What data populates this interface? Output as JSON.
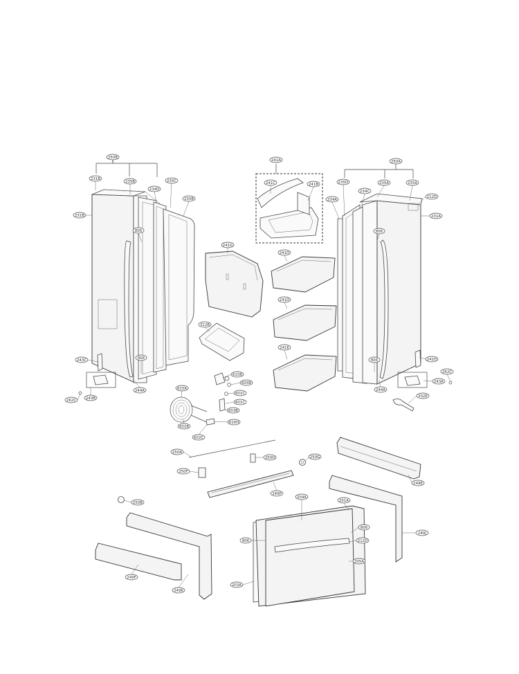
{
  "diagram": {
    "callouts": {
      "c250b": "250B",
      "c231b": "231B",
      "c235b": "235B",
      "c234d": "234D",
      "c235c": "235C",
      "c235b_2": "235B",
      "c231b_l": "231B",
      "c806_l1": "806",
      "c243c": "243C",
      "c806_l2": "806",
      "c244a_l": "244A",
      "c262c_l": "262C",
      "c243b_l": "243B",
      "c241a": "241A",
      "c241c": "241C",
      "c241b": "241B",
      "c241g": "241G",
      "c241d_1": "241D",
      "c241d_2": "241D",
      "c241e": "241E",
      "c312b": "312B",
      "c615b": "615B",
      "c605b": "605B",
      "c601c": "601C",
      "c601c_2": "601C",
      "c603b": "603B",
      "c615a": "615A",
      "c616h": "616H",
      "c601b": "601B",
      "c602c": "602C",
      "c250a_r": "250A",
      "c235d": "235D",
      "c234c": "234C",
      "c235a": "235A",
      "c234a": "234A",
      "c235a_2": "235A",
      "c212d": "212D",
      "c231a": "231A",
      "c806_r1": "806",
      "c806_r2": "806",
      "c241d_r": "241D",
      "c262c_r": "262C",
      "c243a": "243A",
      "c244a_r": "244A",
      "c332e": "332E",
      "c250a": "250A",
      "c250h": "250H",
      "c250g": "250G",
      "c250f": "250F",
      "c249p": "249P",
      "c249e": "249E",
      "c250b_b": "250B",
      "c249f": "249F",
      "c249k": "249K",
      "c204a": "204A",
      "c201a": "201A",
      "c806_b": "806",
      "c806_b2": "806",
      "c212d_b": "212D",
      "c203a": "203A",
      "c205a": "205A",
      "c249j": "249J"
    }
  }
}
